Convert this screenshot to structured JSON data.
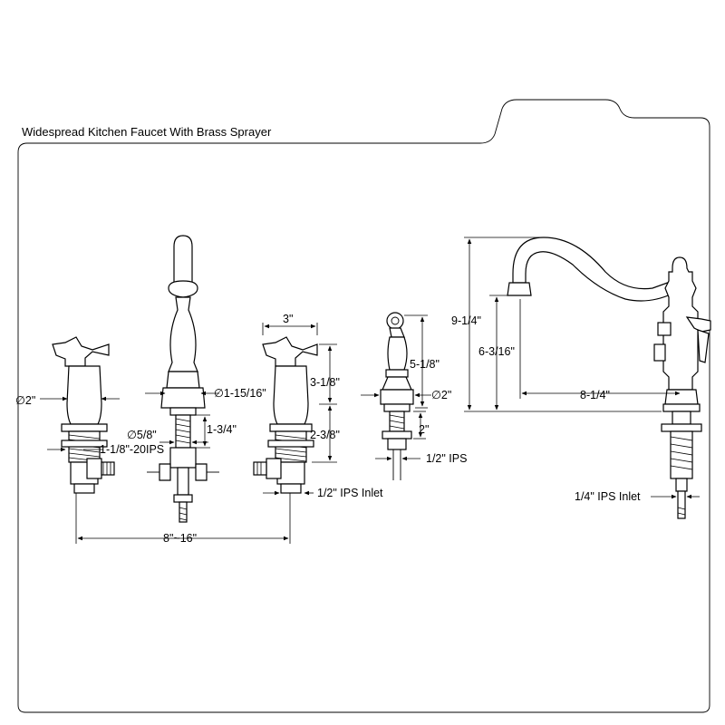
{
  "title": "Widespread Kitchen Faucet With Brass Sprayer",
  "dimensions": {
    "left_handle_dia": "∅2\"",
    "left_supply": "1-1/8\"-20IPS",
    "spread": "8\"~16\"",
    "spout_base_dia": "∅1-15/16\"",
    "shank_dia": "∅5/8\"",
    "shank_length": "1-3/4\"",
    "handle_width": "3\"",
    "handle_height": "3-1/8\"",
    "body_height": "2-3/8\"",
    "inlet": "1/2\" IPS Inlet",
    "sprayer_height": "5-1/8\"",
    "sprayer_base_dia": "∅2\"",
    "sprayer_shank": "2\"",
    "sprayer_ips": "1/2\" IPS",
    "spout_height": "9-1/4\"",
    "spout_clearance": "6-3/16\"",
    "spout_reach": "8-1/4\"",
    "side_inlet": "1/4\" IPS Inlet"
  },
  "colors": {
    "line": "#000000",
    "background": "#ffffff"
  }
}
